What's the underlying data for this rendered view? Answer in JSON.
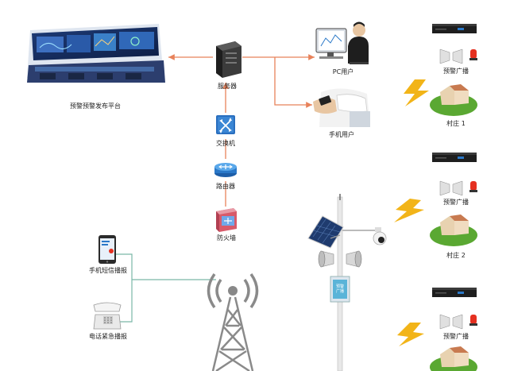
{
  "nodes": {
    "platform": "预警预警发布平台",
    "server": "服务器",
    "pc_user": "PC用户",
    "mobile_user": "手机用户",
    "switch": "交换机",
    "router": "路由器",
    "firewall": "防火墙",
    "phone_sms": "手机短信播报",
    "phone_call": "电话紧急播报"
  },
  "villages": [
    {
      "broadcast": "预警广播",
      "village": "村庄 1"
    },
    {
      "broadcast": "预警广播",
      "village": "村庄 2"
    },
    {
      "broadcast": "预警广播",
      "village": ""
    }
  ],
  "pole_sign": "预警广播",
  "colors": {
    "arrow": "#e8825a",
    "connector": "#7ab8a8",
    "lightning": "#f2b418",
    "device_blue": "#2a78c8",
    "alarm_red": "#e53020",
    "grass": "#5aa832"
  },
  "icons": [
    "control-room",
    "server-tower",
    "pc-user",
    "mobile-user",
    "network-switch",
    "router",
    "firewall",
    "smartphone",
    "telephone",
    "radio-tower",
    "solar-panel",
    "dome-camera",
    "loudspeaker",
    "broadcast-amplifier",
    "siren",
    "village-house",
    "lightning"
  ]
}
